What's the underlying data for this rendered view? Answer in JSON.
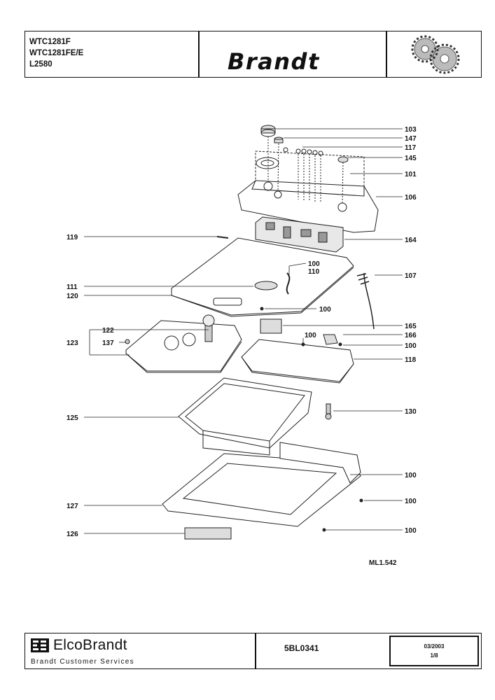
{
  "header": {
    "models": [
      "WTC1281F",
      "WTC1281FE/E",
      "L2580"
    ],
    "brand": "Brandt",
    "gear_icon": "gears-icon"
  },
  "parts": [
    {
      "num": "103",
      "name": "callout-103"
    },
    {
      "num": "147",
      "name": "callout-147"
    },
    {
      "num": "117",
      "name": "callout-117"
    },
    {
      "num": "145",
      "name": "callout-145"
    },
    {
      "num": "101",
      "name": "callout-101"
    },
    {
      "num": "106",
      "name": "callout-106"
    },
    {
      "num": "119",
      "name": "callout-119"
    },
    {
      "num": "164",
      "name": "callout-164"
    },
    {
      "num": "100",
      "name": "callout-100-a"
    },
    {
      "num": "110",
      "name": "callout-110"
    },
    {
      "num": "107",
      "name": "callout-107"
    },
    {
      "num": "111",
      "name": "callout-111"
    },
    {
      "num": "120",
      "name": "callout-120"
    },
    {
      "num": "100",
      "name": "callout-100-b"
    },
    {
      "num": "122",
      "name": "callout-122"
    },
    {
      "num": "165",
      "name": "callout-165"
    },
    {
      "num": "100",
      "name": "callout-100-c"
    },
    {
      "num": "166",
      "name": "callout-166"
    },
    {
      "num": "123",
      "name": "callout-123"
    },
    {
      "num": "137",
      "name": "callout-137"
    },
    {
      "num": "100",
      "name": "callout-100-d"
    },
    {
      "num": "118",
      "name": "callout-118"
    },
    {
      "num": "130",
      "name": "callout-130"
    },
    {
      "num": "125",
      "name": "callout-125"
    },
    {
      "num": "100",
      "name": "callout-100-e"
    },
    {
      "num": "127",
      "name": "callout-127"
    },
    {
      "num": "100",
      "name": "callout-100-f"
    },
    {
      "num": "126",
      "name": "callout-126"
    },
    {
      "num": "100",
      "name": "callout-100-g"
    }
  ],
  "ref_code": "ML1.542",
  "footer": {
    "brand": "ElcoBrandt",
    "subtitle": "Brandt Customer Services",
    "doc_code": "5BL0341",
    "date": "03/2003",
    "page": "1/8"
  }
}
